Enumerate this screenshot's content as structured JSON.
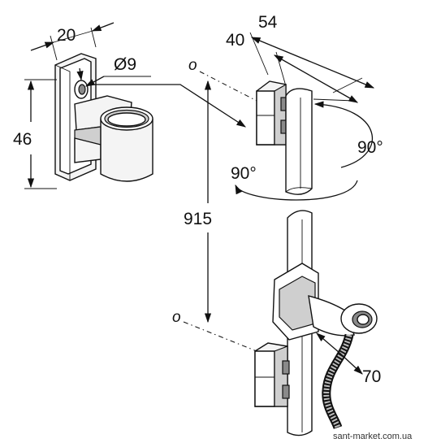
{
  "dimensions": {
    "depth_total": "54",
    "depth_bracket": "40",
    "bracket_width": "20",
    "hole_diameter": "Ø9",
    "bracket_height": "46",
    "rail_length": "915",
    "rotation_upper": "90°",
    "rotation_lower": "90°",
    "holder_offset": "70"
  },
  "symbols": {
    "axis_top": "o",
    "axis_bottom": "o"
  },
  "watermark": "sant-market.com.ua"
}
